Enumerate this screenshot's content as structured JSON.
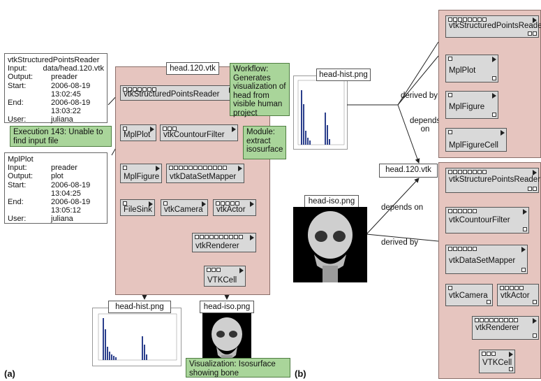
{
  "panel_a": {
    "caption": "(a)",
    "file_top": "head.120.vtk",
    "modules": {
      "reader": "vtkStructuredPointsReader",
      "mplplot": "MplPlot",
      "contour": "vtkCountourFilter",
      "mplfigure": "MplFigure",
      "mapper": "vtkDataSetMapper",
      "filesink": "FileSink",
      "camera": "vtkCamera",
      "actor": "vtkActor",
      "renderer": "vtkRenderer",
      "vtkcell": "VTKCell"
    },
    "info_reader": {
      "title": "vtkStructuredPointsReader",
      "rows": [
        {
          "k": "Input:",
          "v": "data/head.120.vtk"
        },
        {
          "k": "Output:",
          "v": "preader"
        },
        {
          "k": "Start:",
          "v": "2006-08-19"
        },
        {
          "k": "",
          "v": "13:02:45"
        },
        {
          "k": "End:",
          "v": "2006-08-19"
        },
        {
          "k": "",
          "v": "13:03:22"
        },
        {
          "k": "User:",
          "v": "juliana"
        }
      ]
    },
    "info_mplplot": {
      "title": "MplPlot",
      "rows": [
        {
          "k": "Input:",
          "v": "preader"
        },
        {
          "k": "Output:",
          "v": "plot"
        },
        {
          "k": "Start:",
          "v": "2006-08-19"
        },
        {
          "k": "",
          "v": "13:04:25"
        },
        {
          "k": "End:",
          "v": "2006-08-19"
        },
        {
          "k": "",
          "v": "13:05:12"
        },
        {
          "k": "User:",
          "v": "juliana"
        }
      ]
    },
    "note_execution": "Execution 143: Unable to find input file",
    "note_workflow": "Workflow: Generates visualization of head from visible human project",
    "note_module": "Module: extract isosurface",
    "note_visualization": "Visualization: Isosurface showing bone",
    "file_hist": "head-hist.png",
    "file_iso": "head-iso.png"
  },
  "panel_b": {
    "caption": "(b)",
    "file_hist": "head-hist.png",
    "file_iso": "head-iso.png",
    "file_vtk": "head.120.vtk",
    "edge_derived_top": "derived by",
    "edge_depends_top": "depends on",
    "edge_depends_bottom": "depends on",
    "edge_derived_bottom": "derived by",
    "top_modules": {
      "reader": "vtkStructuredPointsReader",
      "mplplot": "MplPlot",
      "mplfigure": "MplFigure",
      "mplfigurecell": "MplFigureCell"
    },
    "bottom_modules": {
      "reader": "vtkStructurePointsReader",
      "contour": "vtkCountourFilter",
      "mapper": "vtkDataSetMapper",
      "camera": "vtkCamera",
      "actor": "vtkActor",
      "renderer": "vtkRenderer",
      "vtkcell": "VTKCell"
    }
  },
  "colors": {
    "panel": "#e6c5bf",
    "module": "#d9d9d9",
    "note": "#a9d59a",
    "histogram_bar": "#2b3f8c"
  }
}
